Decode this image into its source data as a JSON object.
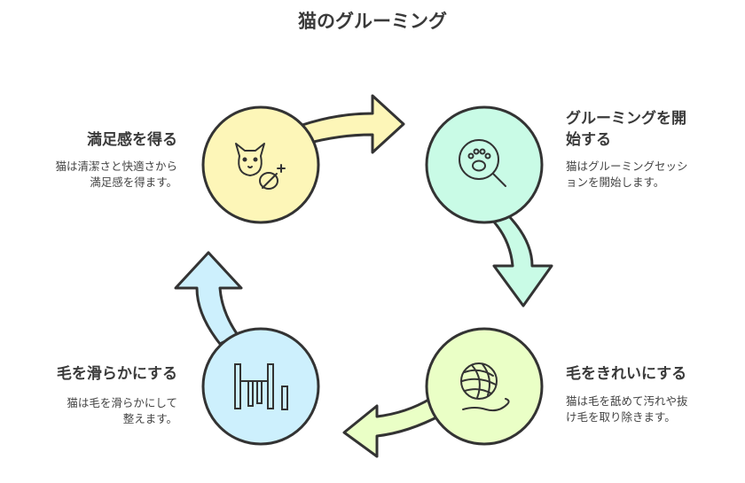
{
  "title": "猫のグルーミング",
  "steps": [
    {
      "heading_lines": [
        "満足感を得る"
      ],
      "desc_lines": [
        "猫は清潔さと快適さから",
        "満足感を得ます。"
      ],
      "color": "#fdf6b8",
      "icon": "cat-satisfied-icon"
    },
    {
      "heading_lines": [
        "グルーミングを開",
        "始する"
      ],
      "desc_lines": [
        "猫はグルーミングセッシ",
        "ョンを開始します。"
      ],
      "color": "#c9fbe6",
      "icon": "paw-magnifier-icon"
    },
    {
      "heading_lines": [
        "毛をきれいにする"
      ],
      "desc_lines": [
        "猫は毛を舐めて汚れや抜",
        "け毛を取り除きます。"
      ],
      "color": "#eaffc6",
      "icon": "yarn-ball-icon"
    },
    {
      "heading_lines": [
        "毛を滑らかにする"
      ],
      "desc_lines": [
        "猫は毛を滑らかにして",
        "整えます。"
      ],
      "color": "#cdf0fd",
      "icon": "comb-icon"
    }
  ]
}
